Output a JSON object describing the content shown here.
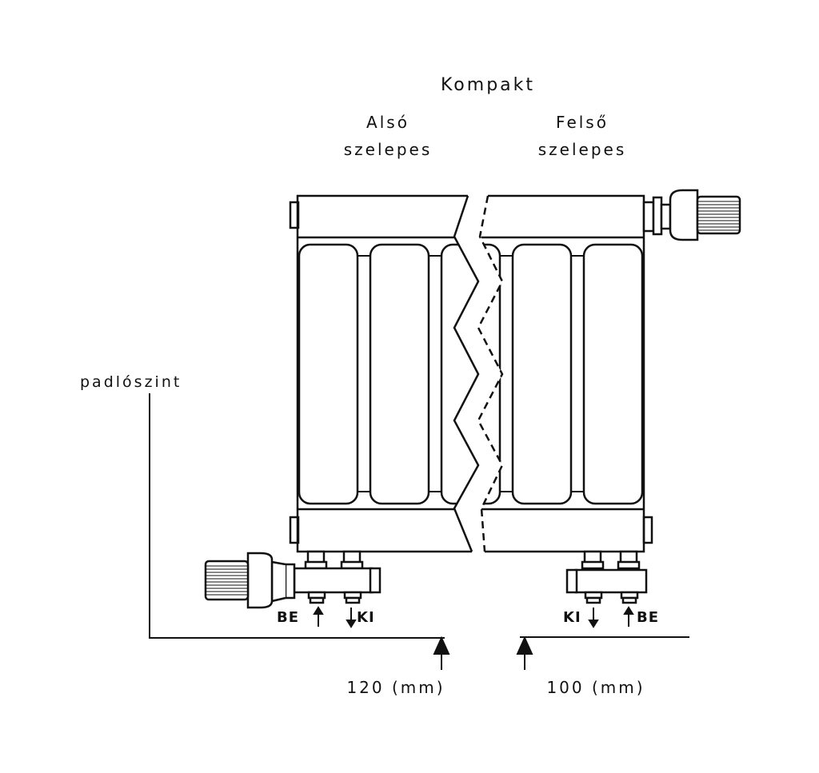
{
  "labels": {
    "title": "Kompakt",
    "left_line1": "Alsó",
    "left_line2": "szelepes",
    "right_line1": "Felső",
    "right_line2": "szelepes",
    "floor": "padlószint",
    "left_height": "120 (mm)",
    "right_height": "100 (mm)",
    "be_left": "BE",
    "ki_left": "KI",
    "ki_right": "KI",
    "be_right": "BE"
  },
  "colors": {
    "stroke": "#111111",
    "background": "#ffffff"
  }
}
